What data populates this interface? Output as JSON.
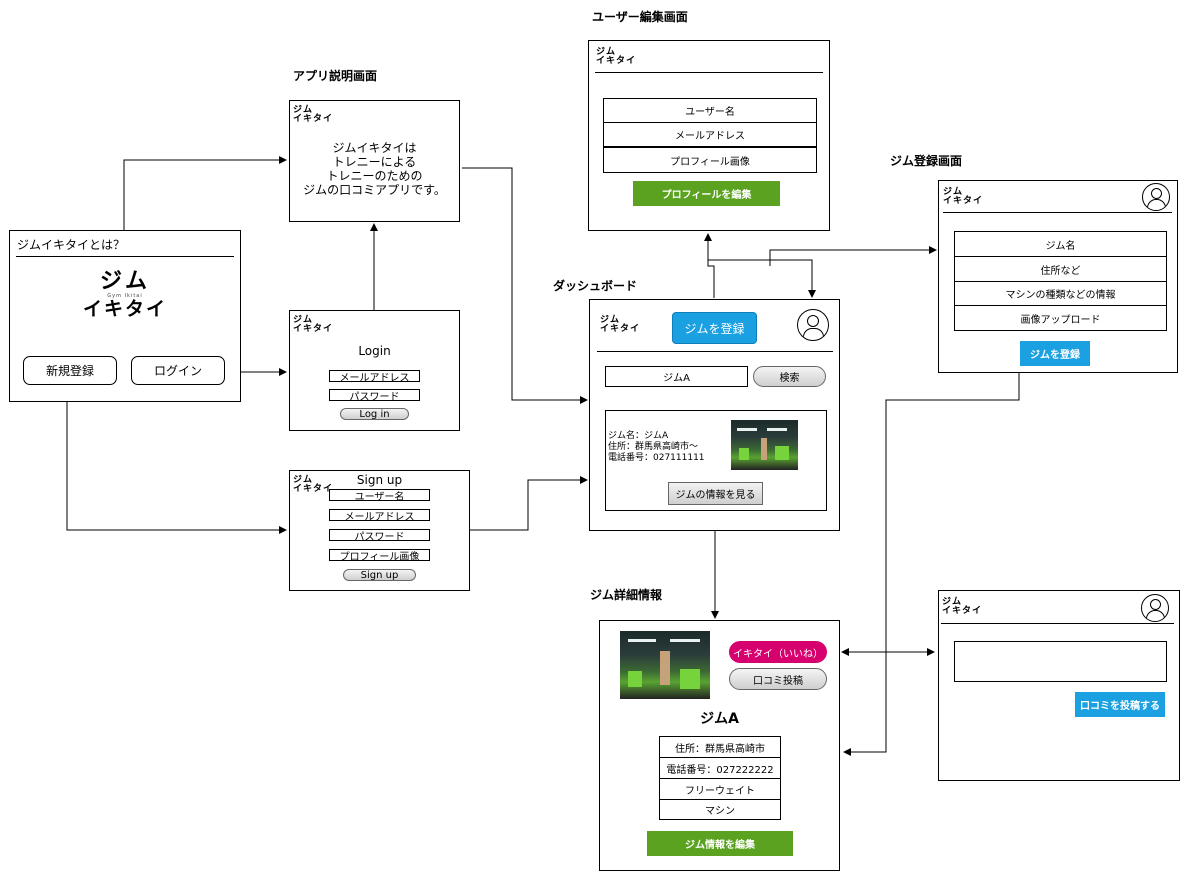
{
  "app_name_line1": "ジム",
  "app_name_line2": "イキタイ",
  "top_screen": {
    "heading": "ジムイキタイとは？",
    "logo_line1": "ジム",
    "logo_sub": "Gym Ikitai",
    "logo_line2": "イキタイ",
    "register_button": "新規登録",
    "login_button": "ログイン"
  },
  "about_screen": {
    "label": "アプリ説明画面",
    "text_lines": [
      "ジムイキタイは",
      "トレニーによる",
      "トレニーのための",
      "ジムの口コミアプリです。"
    ]
  },
  "login_screen": {
    "title": "Login",
    "email": "メールアドレス",
    "password": "パスワード",
    "button": "Log in"
  },
  "signup_screen": {
    "title": "Sign up",
    "username": "ユーザー名",
    "email": "メールアドレス",
    "password": "パスワード",
    "profile_image": "プロフィール画像",
    "button": "Sign up"
  },
  "user_edit_screen": {
    "label": "ユーザー編集画面",
    "fields": [
      "ユーザー名",
      "メールアドレス",
      "プロフィール画像"
    ],
    "button": "プロフィールを編集"
  },
  "gym_register_screen": {
    "label": "ジム登録画面",
    "fields": [
      "ジム名",
      "住所など",
      "マシンの種類などの情報",
      "画像アップロード"
    ],
    "button": "ジムを登録"
  },
  "dashboard_screen": {
    "label": "ダッシュボード",
    "register_button": "ジムを登録",
    "search_value": "ジムA",
    "search_button": "検索",
    "card_lines": [
      "ジム名：ジムA",
      "住所：群馬県高崎市〜",
      "電話番号：027111111"
    ],
    "card_button": "ジムの情報を見る"
  },
  "gym_detail_screen": {
    "label": "ジム詳細情報",
    "like_button": "イキタイ（いいね）",
    "review_button": "口コミ投稿",
    "gym_name": "ジムA",
    "info_rows": [
      "住所：群馬県高崎市",
      "電話番号：027222222",
      "フリーウェイト",
      "マシン"
    ],
    "edit_button": "ジム情報を編集"
  },
  "review_screen": {
    "submit_button": "口コミを投稿する"
  },
  "colors": {
    "green": "#5aa21f",
    "blue": "#1ba1e2",
    "pink": "#d6006f"
  }
}
